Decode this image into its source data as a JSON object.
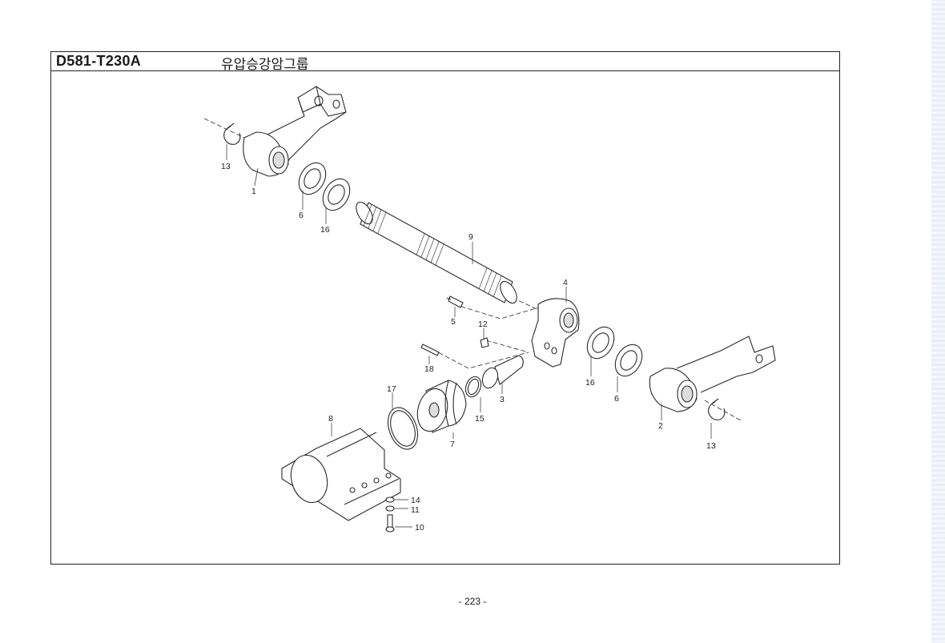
{
  "header": {
    "code": "D581-T230A",
    "title": "유압승강암그룹"
  },
  "callouts": {
    "c1": "1",
    "c2": "2",
    "c3": "3",
    "c4": "4",
    "c5": "5",
    "c6a": "6",
    "c6b": "6",
    "c7": "7",
    "c8": "8",
    "c9": "9",
    "c10": "10",
    "c11": "11",
    "c12": "12",
    "c13a": "13",
    "c13b": "13",
    "c14": "14",
    "c15": "15",
    "c16a": "16",
    "c16b": "16",
    "c17": "17",
    "c18": "18"
  },
  "footer": {
    "page_number": "- 223 -"
  }
}
